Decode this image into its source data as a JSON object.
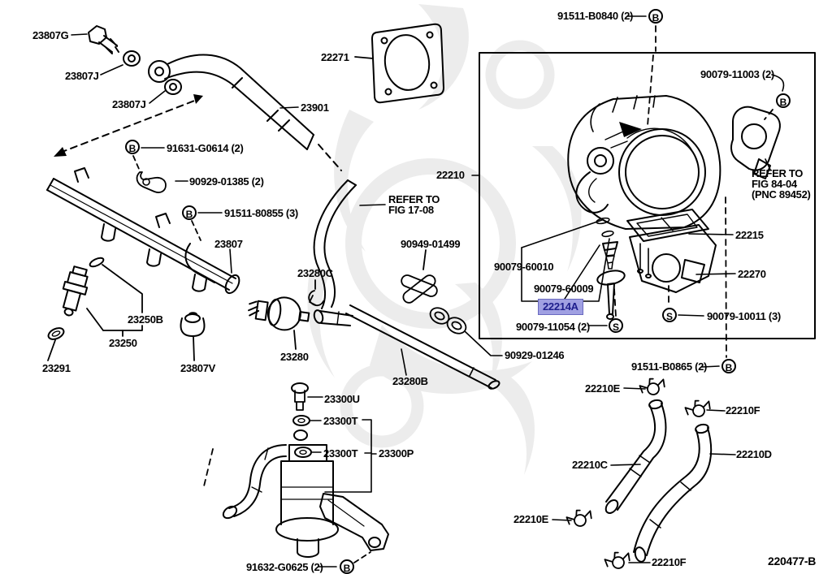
{
  "figure": {
    "code": "220477-B"
  },
  "callouts": {
    "b": "B",
    "s": "S"
  },
  "highlight": {
    "bg": "#a0a0e2",
    "border": "#6a6ac0",
    "text_color": "#1d1d8c"
  },
  "notes": {
    "refer_17_08": [
      "REFER TO",
      "FIG 17-08"
    ],
    "refer_84_04": [
      "REFER TO",
      "FIG 84-04",
      "(PNC 89452)"
    ]
  },
  "labels": {
    "p23807g": "23807G",
    "p23807j_1": "23807J",
    "p23807j_2": "23807J",
    "p22271": "22271",
    "p23901": "23901",
    "p91631_g0614": "91631-G0614 (2)",
    "p90929_01385": "90929-01385 (2)",
    "p91511_80855": "91511-80855 (3)",
    "p23807": "23807",
    "p23280c": "23280C",
    "p23250b": "23250B",
    "p23250": "23250",
    "p23291": "23291",
    "p23807v": "23807V",
    "p23280": "23280",
    "p90949_01499": "90949-01499",
    "p23280b": "23280B",
    "p90929_01246": "90929-01246",
    "p23300u": "23300U",
    "p23300t_1": "23300T",
    "p23300t_2": "23300T",
    "p23300p": "23300P",
    "p91632_g0625": "91632-G0625 (2)",
    "p22210": "22210",
    "p91511_b0840": "91511-B0840 (2)",
    "p90079_11003": "90079-11003 (2)",
    "p22215": "22215",
    "p22270": "22270",
    "p90079_60010": "90079-60010",
    "p90079_60009": "90079-60009",
    "p22214a": "22214A",
    "p90079_11054": "90079-11054 (2)",
    "p90079_10011": "90079-10011 (3)",
    "p91511_b0865": "91511-B0865 (2)",
    "p22210e_1": "22210E",
    "p22210f_1": "22210F",
    "p22210c": "22210C",
    "p22210d": "22210D",
    "p22210e_2": "22210E",
    "p22210f_2": "22210F"
  }
}
